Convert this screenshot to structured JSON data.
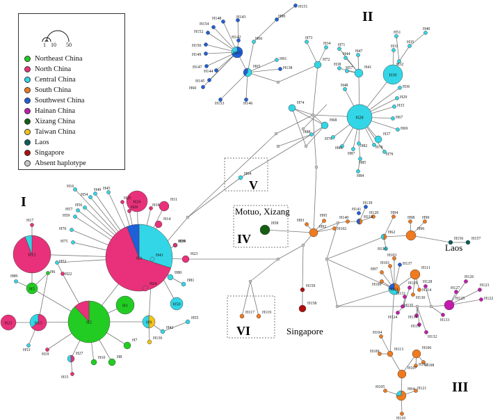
{
  "legend": {
    "scale": [
      "1",
      "10",
      "50"
    ],
    "items": [
      {
        "label": "Northeast China",
        "color": "#22cc22"
      },
      {
        "label": "North China",
        "color": "#e8317a"
      },
      {
        "label": "Central China",
        "color": "#33d6e6"
      },
      {
        "label": "South China",
        "color": "#f07a1e"
      },
      {
        "label": "Southwest China",
        "color": "#1f5fd9"
      },
      {
        "label": "Hainan China",
        "color": "#c41aae"
      },
      {
        "label": "Xizang China",
        "color": "#155e12"
      },
      {
        "label": "Taiwan China",
        "color": "#f0c419"
      },
      {
        "label": "Laos",
        "color": "#0d5c5c"
      },
      {
        "label": "Singapore",
        "color": "#b00e0e"
      },
      {
        "label": "Absent haplotype",
        "color": "#c8c8c8"
      }
    ]
  },
  "groups": {
    "I": "I",
    "II": "II",
    "III": "III",
    "IV": "IV",
    "V": "V",
    "VI": "VI"
  },
  "places": {
    "motuo": "Motuo, Xizang",
    "singapore": "Singapore",
    "laos": "Laos"
  },
  "haplotypes": {
    "H1": "H1",
    "H2": "H2",
    "H3": "H3",
    "H5": "H5",
    "H6": "H6",
    "H7": "H7",
    "H8": "H8",
    "H9": "H9",
    "H10": "H10",
    "H11": "H11",
    "H12": "H12",
    "H13": "H13",
    "H14": "H14",
    "H15": "H15",
    "H16": "H16",
    "H17": "H17",
    "H18": "H18",
    "H19": "H19",
    "H20": "H20",
    "H21": "H21",
    "H22": "H22",
    "H23": "H23",
    "H24": "H24",
    "H25": "H25",
    "H26": "H26",
    "H27": "H27",
    "H28": "H28",
    "H29": "H29",
    "H30": "H30",
    "H31": "H31",
    "H32": "H32",
    "H33": "H33",
    "H34": "H34",
    "H35": "H35",
    "H36": "H36",
    "H37": "H37",
    "H38": "H38",
    "H39": "H39",
    "H40": "H40",
    "H41": "H41",
    "H42": "H42",
    "H43": "H43",
    "H44": "H44",
    "H45": "H45",
    "H47": "H47",
    "H48": "H48",
    "H49": "H49",
    "H50": "H50",
    "H51": "H51",
    "H52": "H52",
    "H53": "H53",
    "H54": "H54",
    "H55": "H55",
    "H56": "H56",
    "H57": "H57",
    "H58": "H58",
    "H59": "H59",
    "H60": "H60",
    "H61": "H61",
    "H62": "H62",
    "H63": "H63",
    "H64": "H64",
    "H65": "H65",
    "H66": "H66",
    "H67": "H67",
    "H68": "H68",
    "H69": "H69",
    "H70": "H70",
    "H71": "H71",
    "H72": "H72",
    "H73": "H73",
    "H74": "H74",
    "H75": "H75",
    "H76": "H76",
    "H78": "H78",
    "H79": "H79",
    "H80": "H80",
    "H81": "H81",
    "H82": "H82",
    "H84": "H84",
    "H85": "H85",
    "H86": "H86",
    "H87": "H87",
    "H88": "H88",
    "H89": "H89",
    "H90": "H90",
    "H91": "H91",
    "H92": "H92",
    "H93": "H93",
    "H94": "H94",
    "H95": "H95",
    "H96": "H96",
    "H97": "H97",
    "H98": "H98",
    "H99": "H99",
    "H100": "H100",
    "H101": "H101",
    "H102": "H102",
    "H103": "H103",
    "H104": "H104",
    "H105": "H105",
    "H106": "H106",
    "H107": "H107",
    "H108": "H108",
    "H109": "H109",
    "H110": "H110",
    "H111": "H111",
    "H112": "H112",
    "H113": "H113",
    "H114": "H114",
    "H115": "H115",
    "H116": "H116",
    "H117": "H117",
    "H118": "H118",
    "H119": "H119",
    "H120": "H120",
    "H121": "H121",
    "H122": "H122",
    "H123": "H123",
    "H124": "H124",
    "H125": "H125",
    "H126": "H126",
    "H127": "H127",
    "H128": "H128",
    "H129": "H129",
    "H130": "H130",
    "H131": "H131",
    "H132": "H132",
    "H133": "H133",
    "H134": "H134",
    "H135": "H135",
    "H136": "H136",
    "H137": "H137",
    "H138": "H138",
    "H139": "H139",
    "H140": "H140",
    "H141": "H141",
    "H142": "H142",
    "H143": "H143",
    "H144": "H144",
    "H145": "H145",
    "H146": "H146",
    "H147": "H147",
    "H148": "H148",
    "H149": "H149",
    "H150": "H150",
    "H151": "H151",
    "H152": "H152",
    "H153": "H153",
    "H154": "H154",
    "H156": "H156",
    "H157": "H157",
    "H158": "H158",
    "H159": "H159"
  }
}
